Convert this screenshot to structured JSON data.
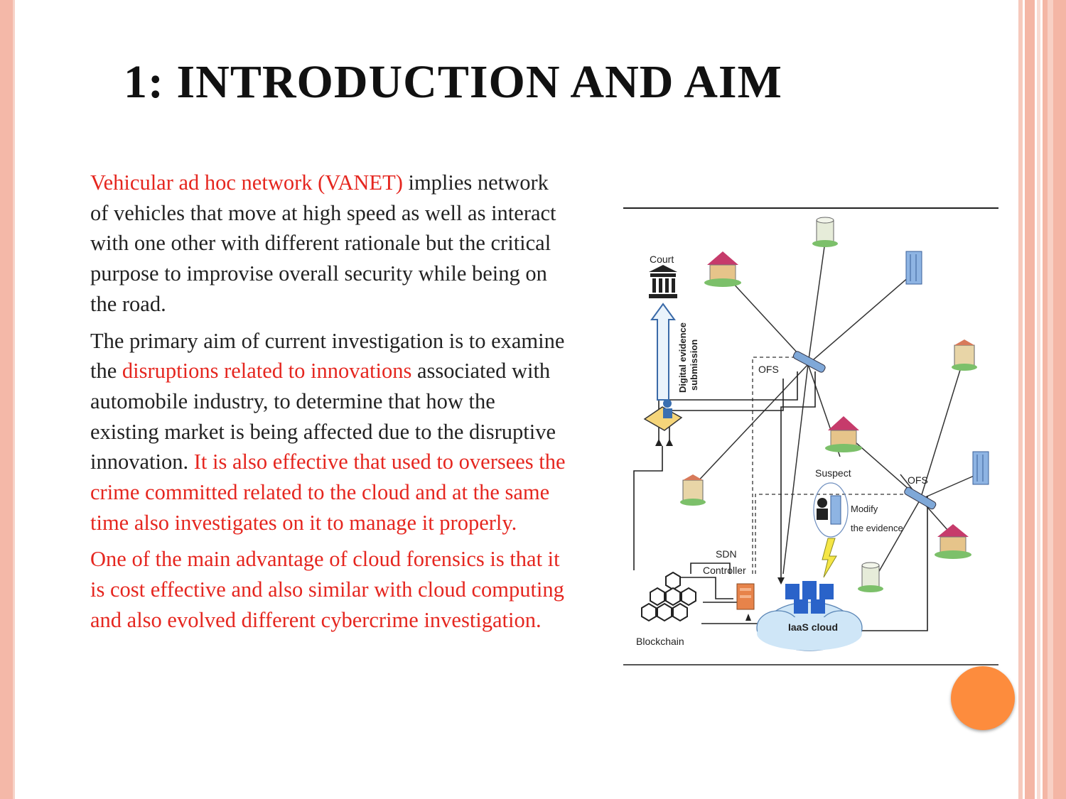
{
  "slide": {
    "title": "1: INTRODUCTION AND AIM",
    "paragraphs": [
      [
        {
          "text": "Vehicular ad hoc network (VANET)",
          "red": true
        },
        {
          "text": " implies network of vehicles that move at high speed as well as interact with one other with different rationale but the critical purpose to improvise overall security while being on the road.",
          "red": false
        }
      ],
      [
        {
          "text": "The primary aim of current investigation is to examine the ",
          "red": false
        },
        {
          "text": "disruptions related to innovations",
          "red": true
        },
        {
          "text": " associated with automobile industry, to determine that how the existing market is being affected due to the disruptive innovation. ",
          "red": false
        },
        {
          "text": "It is also effective that used to oversees the crime committed related to the cloud and at the same time also investigates on it to manage it properly.",
          "red": true
        }
      ],
      [
        {
          "text": "One of the main advantage of cloud forensics is that it is cost effective and also similar with cloud computing and also evolved different cybercrime investigation.",
          "red": true
        }
      ]
    ]
  },
  "figure": {
    "labels": {
      "court": "Court",
      "evidence_line1": "Digital evidence",
      "evidence_line2": "submission",
      "ofs_top": "OFS",
      "ofs_right": "OFS",
      "suspect": "Suspect",
      "modify_line1": "Modify",
      "modify_line2": "the evidence",
      "sdn_line1": "SDN",
      "sdn_line2": "Controller",
      "iaas": "IaaS cloud",
      "blockchain": "Blockchain"
    }
  },
  "colors": {
    "accent_red": "#e5261f",
    "frame_salmon": "#f4b6a5",
    "circle_orange": "#fd8c3d",
    "cloud_blue": "#cfe6f7"
  }
}
